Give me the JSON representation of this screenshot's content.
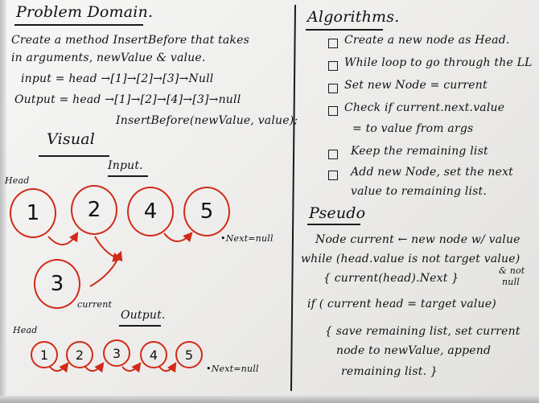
{
  "problem": {
    "title": "Problem Domain.",
    "line1": "Create a method InsertBefore that takes",
    "line2": "in arguments, newValue & value.",
    "input": "input = head →[1]→[2]→[3]→Null",
    "output": "Output = head →[1]→[2]→[4]→[3]→null",
    "call": "InsertBefore(newValue, value);"
  },
  "visual": {
    "title": "Visual",
    "input_label": "Input.",
    "output_label": "Output.",
    "head_label": "Head",
    "current_label": "current",
    "next_null": "•Next=null",
    "input_nodes": [
      "1",
      "2",
      "4",
      "5"
    ],
    "new_node": "3",
    "output_nodes": [
      "1",
      "2",
      "3",
      "4",
      "5"
    ]
  },
  "algorithms": {
    "title": "Algorithms.",
    "steps": [
      "Create a new node as Head.",
      "While loop to go through the LL",
      "Set new Node = current",
      "Check if current.next.value",
      "Keep the remaining list",
      "Add new Node, set the next"
    ],
    "step4_cont": "= to value from args",
    "step6_cont": "value to remaining list."
  },
  "pseudo": {
    "title": "Pseudo",
    "lines": [
      "Node current ← new node w/ value",
      "while (head.value is not target value)",
      "{ current(head).Next }",
      "if ( current head = target value)",
      "{ save remaining list, set current",
      "node to newValue, append",
      "remaining list. }"
    ],
    "note1": "& not",
    "note2": "null"
  }
}
